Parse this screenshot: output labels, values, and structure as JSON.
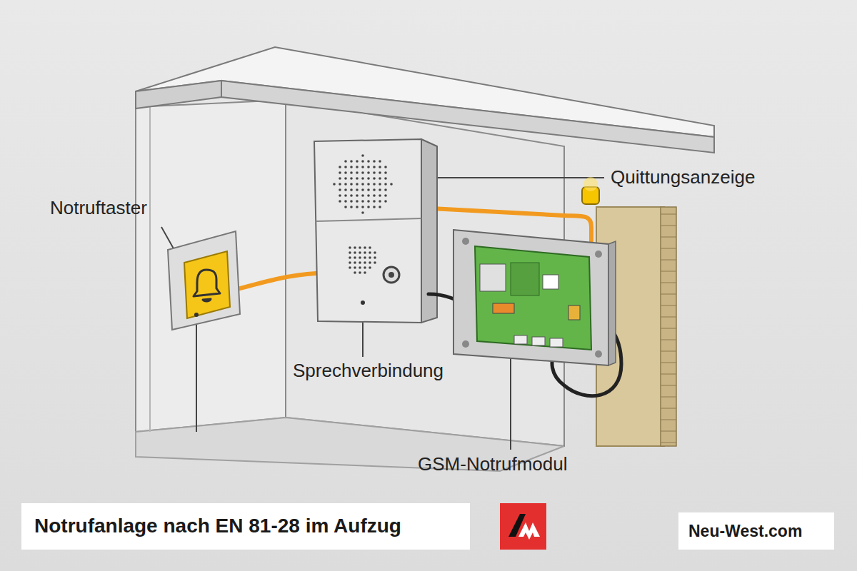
{
  "diagram": {
    "title": "Notrufanlage nach EN 81-28 im Aufzug",
    "nodes": [
      {
        "text": [
          "Neu-West.com"
        ]
      }
    ],
    "edges": [],
    "labels": [
      "Notruftaster",
      "Quittungsanzeige",
      "Sprechverbindung",
      "GSM-Notrufmodul"
    ]
  }
}
